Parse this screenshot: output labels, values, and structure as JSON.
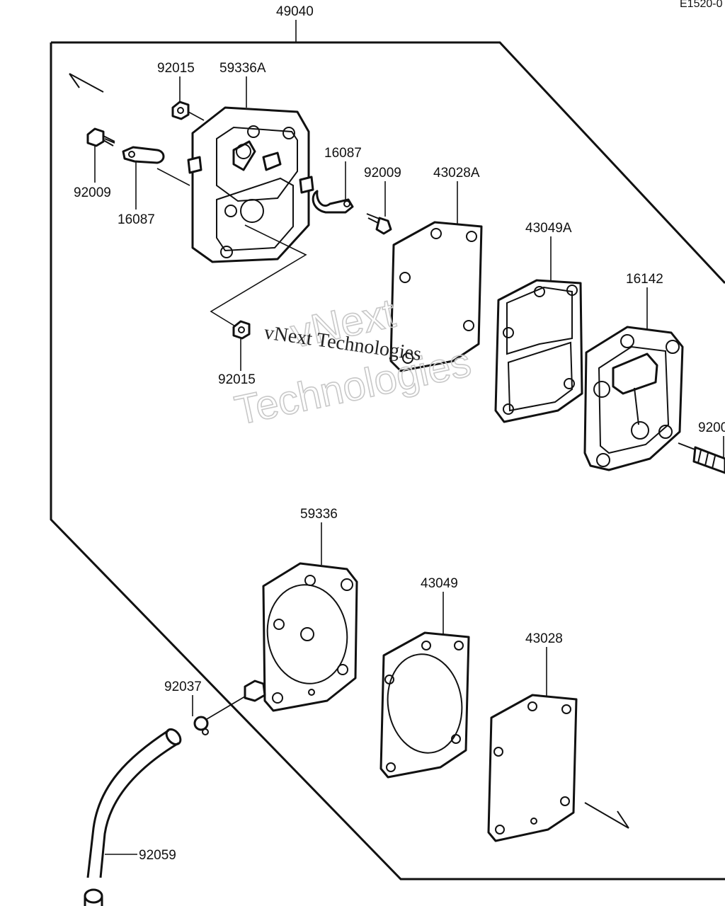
{
  "header": {
    "corner_code": "E1520-0"
  },
  "diagram": {
    "assembly_label": "49040",
    "callouts": [
      {
        "id": "c49040",
        "text": "49040"
      },
      {
        "id": "c92015a",
        "text": "92015"
      },
      {
        "id": "c59336a",
        "text": "59336A"
      },
      {
        "id": "c92009a",
        "text": "92009"
      },
      {
        "id": "c16087a",
        "text": "16087"
      },
      {
        "id": "c16087b",
        "text": "16087"
      },
      {
        "id": "c92009b",
        "text": "92009"
      },
      {
        "id": "c43028a",
        "text": "43028A"
      },
      {
        "id": "c43049a",
        "text": "43049A"
      },
      {
        "id": "c16142",
        "text": "16142"
      },
      {
        "id": "c9200x",
        "text": "9200"
      },
      {
        "id": "c92015b",
        "text": "92015"
      },
      {
        "id": "c59336",
        "text": "59336"
      },
      {
        "id": "c43049",
        "text": "43049"
      },
      {
        "id": "c43028",
        "text": "43028"
      },
      {
        "id": "c92037",
        "text": "92037"
      },
      {
        "id": "c92059",
        "text": "92059"
      }
    ]
  },
  "watermark": {
    "line1": "vNext",
    "line2": "Technologies",
    "inline": "vNext Technologies"
  }
}
